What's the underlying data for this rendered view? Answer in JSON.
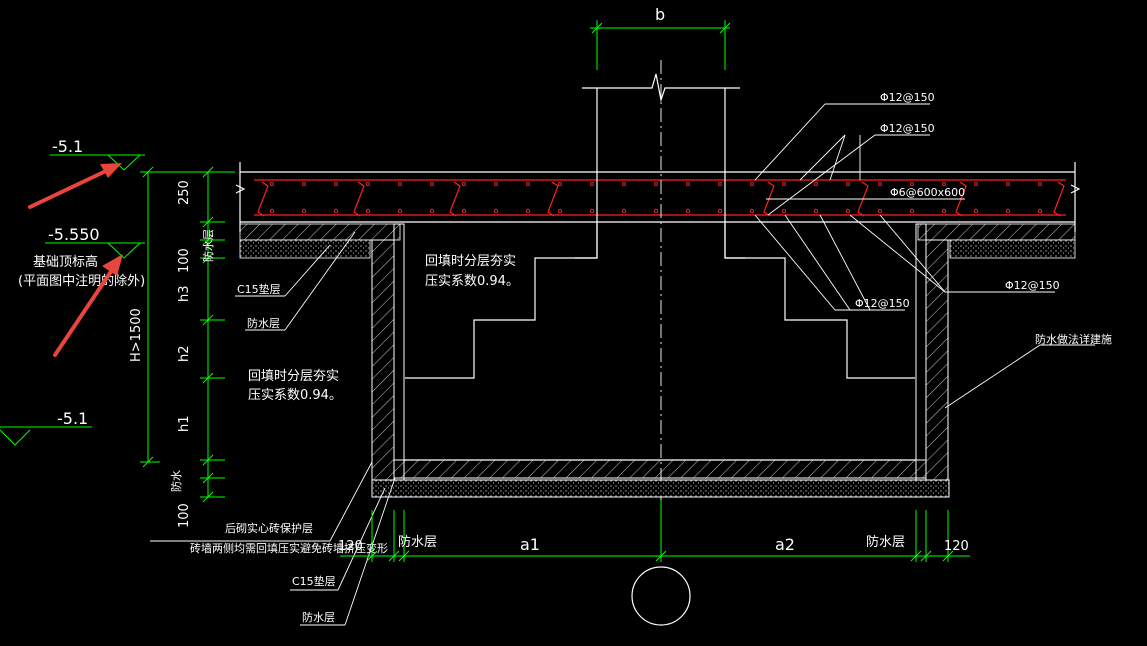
{
  "labels": {
    "top_dim": "b",
    "elev_top": "-5.1",
    "elev_mid": "-5.550",
    "elev_low": "-5.1",
    "base_elev_note_1": "基础顶标高",
    "base_elev_note_2": "(平面图中注明的除外)",
    "rebar_1": "Φ12@150",
    "rebar_2": "Φ12@150",
    "rebar_3": "Φ6@600x600",
    "rebar_4": "Φ12@150",
    "rebar_5": "Φ12@150",
    "backfill_inner_1": "回填时分层夯实",
    "backfill_inner_2": "压实系数0.94。",
    "backfill_outer_1": "回填时分层夯实",
    "backfill_outer_2": "压实系数0.94。",
    "c15_top": "C15垫层",
    "waterproof_top": "防水层",
    "waterproof_right_note": "防水做法详建施",
    "dim_250": "250",
    "dim_waterproof_v": "防水层",
    "dim_100_top": "100",
    "dim_h3": "h3",
    "dim_H": "H>1500",
    "dim_h2": "h2",
    "dim_h1": "h1",
    "dim_waterproof_v2": "防水",
    "dim_100_bottom": "100",
    "protect_layer": "后砌实心砖保护层",
    "brick_note": "砖墙两侧均需回填压实避免砖墙挤压变形",
    "c15_bottom": "C15垫层",
    "waterproof_bottom": "防水层",
    "dim_120_left": "120",
    "dim_wp_left": "防水层",
    "dim_a1": "a1",
    "dim_a2": "a2",
    "dim_wp_right": "防水层",
    "dim_120_right": "120"
  },
  "colors": {
    "background": "#000000",
    "line": "#ffffff",
    "dimension": "#00ff00",
    "rebar": "#ff2020",
    "arrow": "#e8453c"
  }
}
